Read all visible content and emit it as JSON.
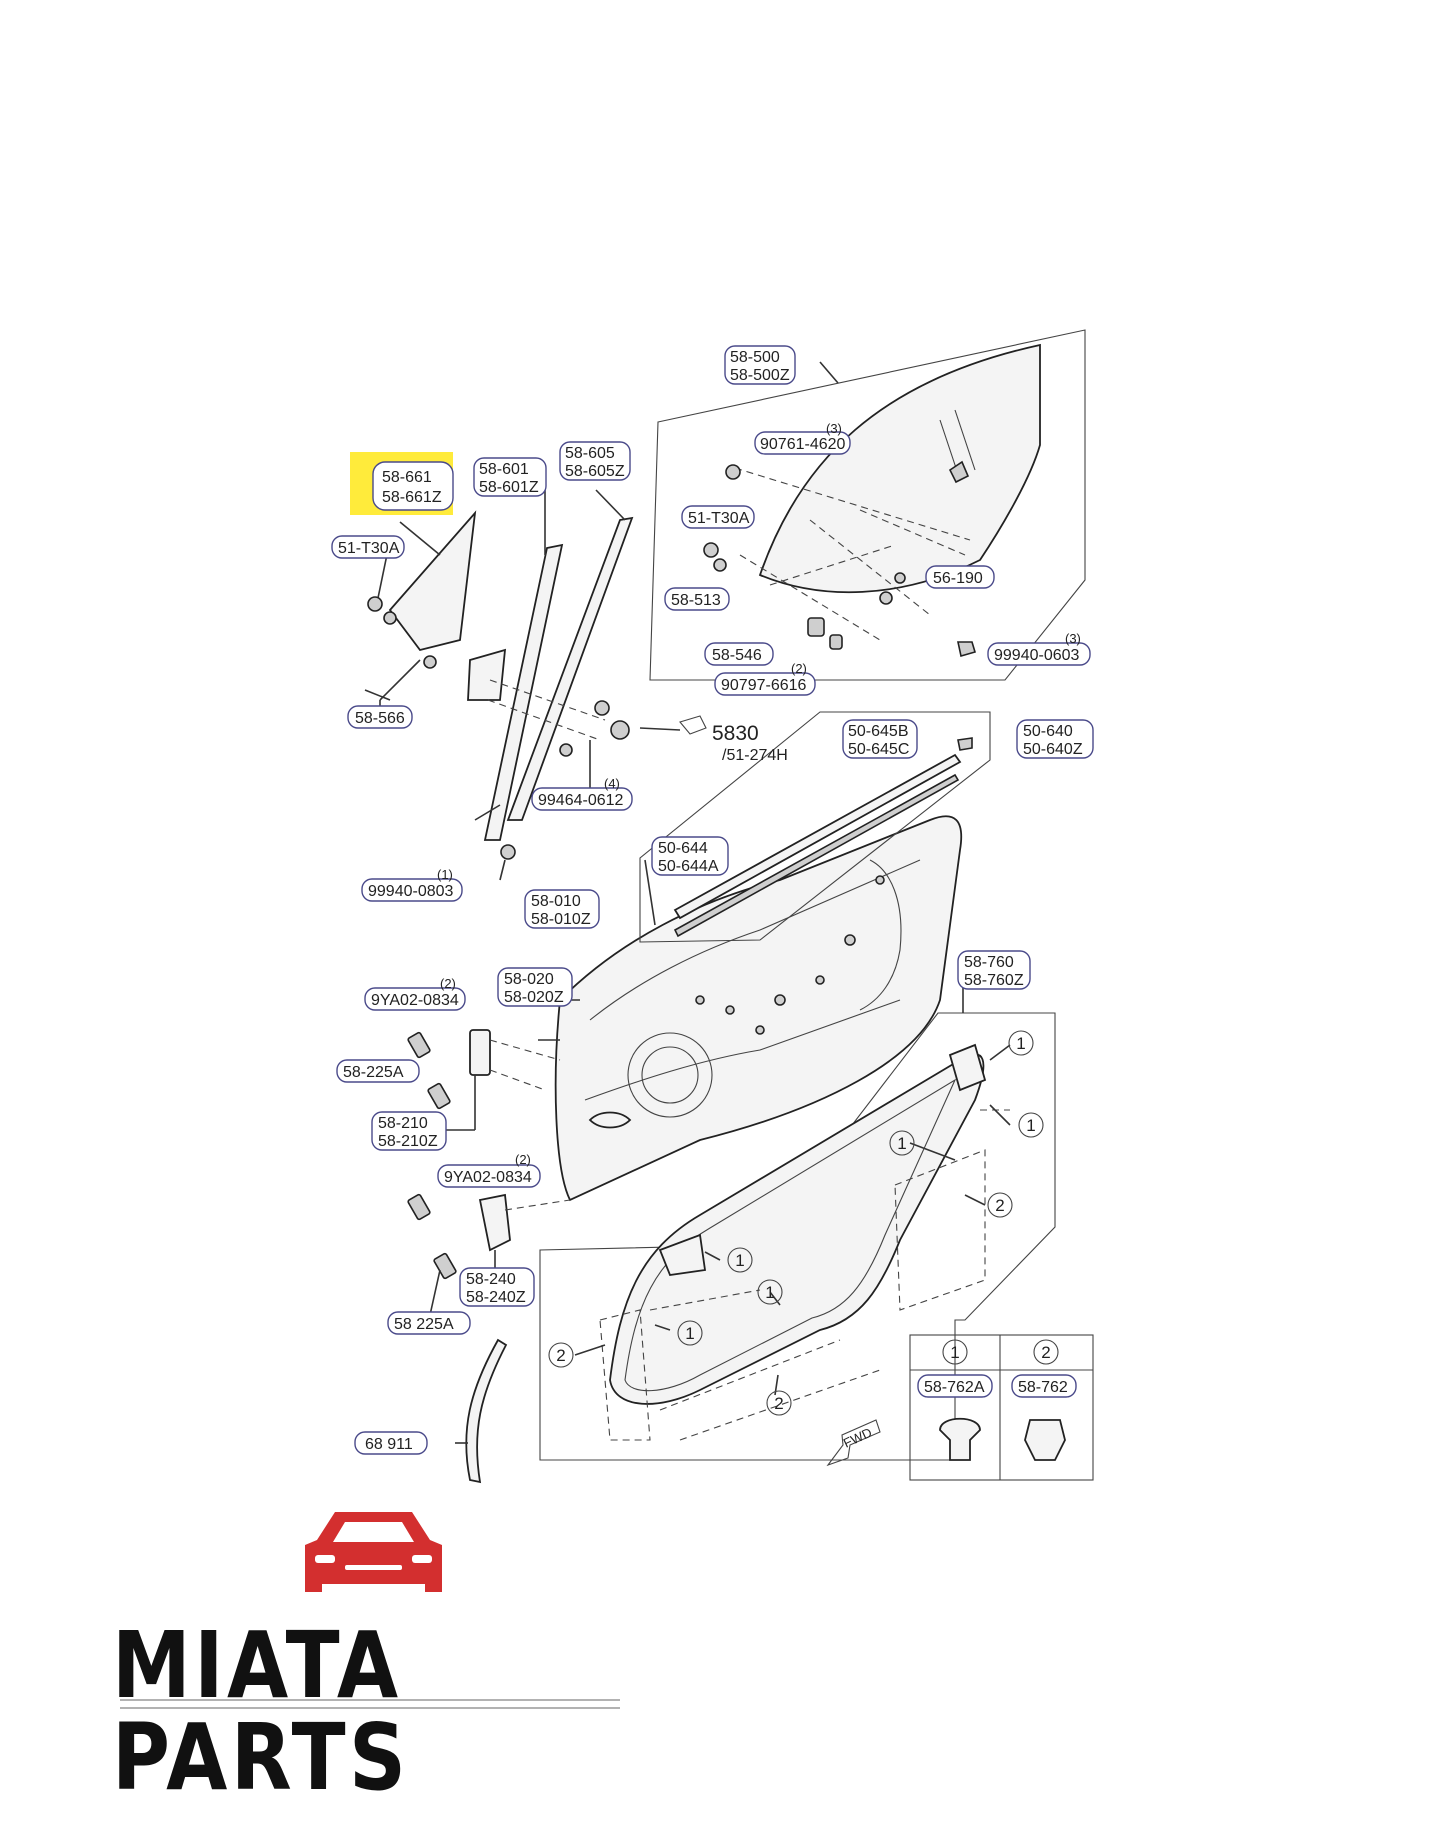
{
  "diagram": {
    "labels": {
      "window_glass": [
        "58-500",
        "58-500Z"
      ],
      "run_channel_rear": [
        "58-605",
        "58-605Z"
      ],
      "guide_rail": [
        "58-601",
        "58-601Z"
      ],
      "quarter_glass": [
        "58-661",
        "58-661Z"
      ],
      "pivot_bolt": "90761-4620",
      "pivot_bolt_qty": "(3)",
      "glass_screw_left": "51-T30A",
      "glass_screw_right": "51-T30A",
      "glass_bracket": "58-513",
      "glass_stopper": "56-190",
      "glass_holder": "58-546",
      "holder_bolt": "90797-6616",
      "holder_bolt_qty": "(2)",
      "nut_top": "99940-0603",
      "nut_top_qty": "(3)",
      "seal_clip": "58-566",
      "channel_bolt": "99464-0612",
      "channel_bolt_qty": "(4)",
      "channel_nut": "99940-0803",
      "channel_nut_qty": "(1)",
      "mirror_ref": "5830",
      "mirror_ref_sub": "/51-274H",
      "outer_weatherstrip_a": [
        "50-645B",
        "50-645C"
      ],
      "outer_weatherstrip_b": [
        "50-640",
        "50-640Z"
      ],
      "inner_weatherstrip": [
        "50-644",
        "50-644A"
      ],
      "door_panel": [
        "58-010",
        "58-010Z"
      ],
      "door_shell": [
        "58-020",
        "58-020Z"
      ],
      "upper_hinge_bolt": "9YA02-0834",
      "upper_hinge_bolt_qty": "(2)",
      "hinge_bolt_a": "58-225A",
      "upper_hinge": [
        "58-210",
        "58-210Z"
      ],
      "lower_hinge_bolt": "9YA02-0834",
      "lower_hinge_bolt_qty": "(2)",
      "lower_hinge": [
        "58-240",
        "58-240Z"
      ],
      "hinge_bolt_b": "58 225A",
      "door_seal": [
        "58-760",
        "58-760Z"
      ],
      "trim_strip": "68 911",
      "fwd": "FWD",
      "clip_type_1": "58-762A",
      "clip_type_2": "58-762",
      "circle_1": "1",
      "circle_2": "2"
    },
    "highlight_color": "#ffeb3b"
  },
  "brand": {
    "name": "MIATA PARTS",
    "logo_color": "#d32f2f"
  }
}
